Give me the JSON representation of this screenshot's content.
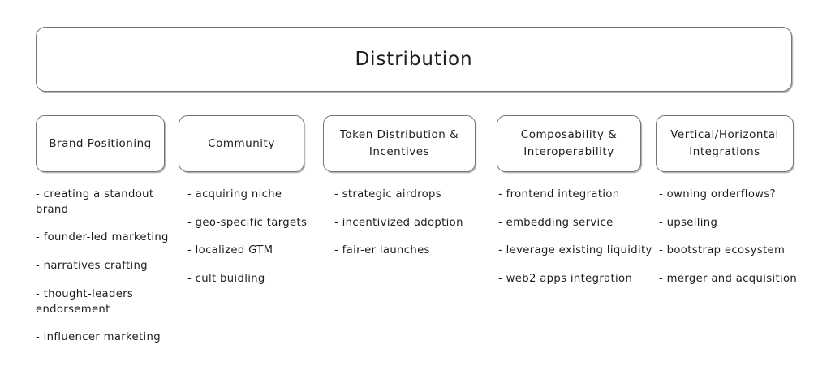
{
  "board": {
    "title": "Distribution",
    "background_color": "#ffffff",
    "stroke_color": "#73757a",
    "text_color": "#1e1e1e"
  },
  "columns": [
    {
      "header": "Brand Positioning",
      "items": [
        "- creating a standout brand",
        "- founder-led marketing",
        "- narratives crafting",
        "- thought-leaders endorsement",
        "- influencer marketing"
      ]
    },
    {
      "header": "Community",
      "items": [
        "- acquiring niche",
        "- geo-specific targets",
        "- localized GTM",
        "- cult buidling"
      ]
    },
    {
      "header": "Token Distribution & Incentives",
      "items": [
        "- strategic airdrops",
        "- incentivized adoption",
        "- fair-er launches"
      ]
    },
    {
      "header": "Composability & Interoperability",
      "items": [
        "- frontend integration",
        "- embedding service",
        "- leverage existing liquidity",
        "- web2 apps integration"
      ]
    },
    {
      "header": "Vertical/Horizontal Integrations",
      "items": [
        "- owning orderflows?",
        "- upselling",
        "- bootstrap ecosystem",
        "- merger and acquisition"
      ]
    }
  ]
}
